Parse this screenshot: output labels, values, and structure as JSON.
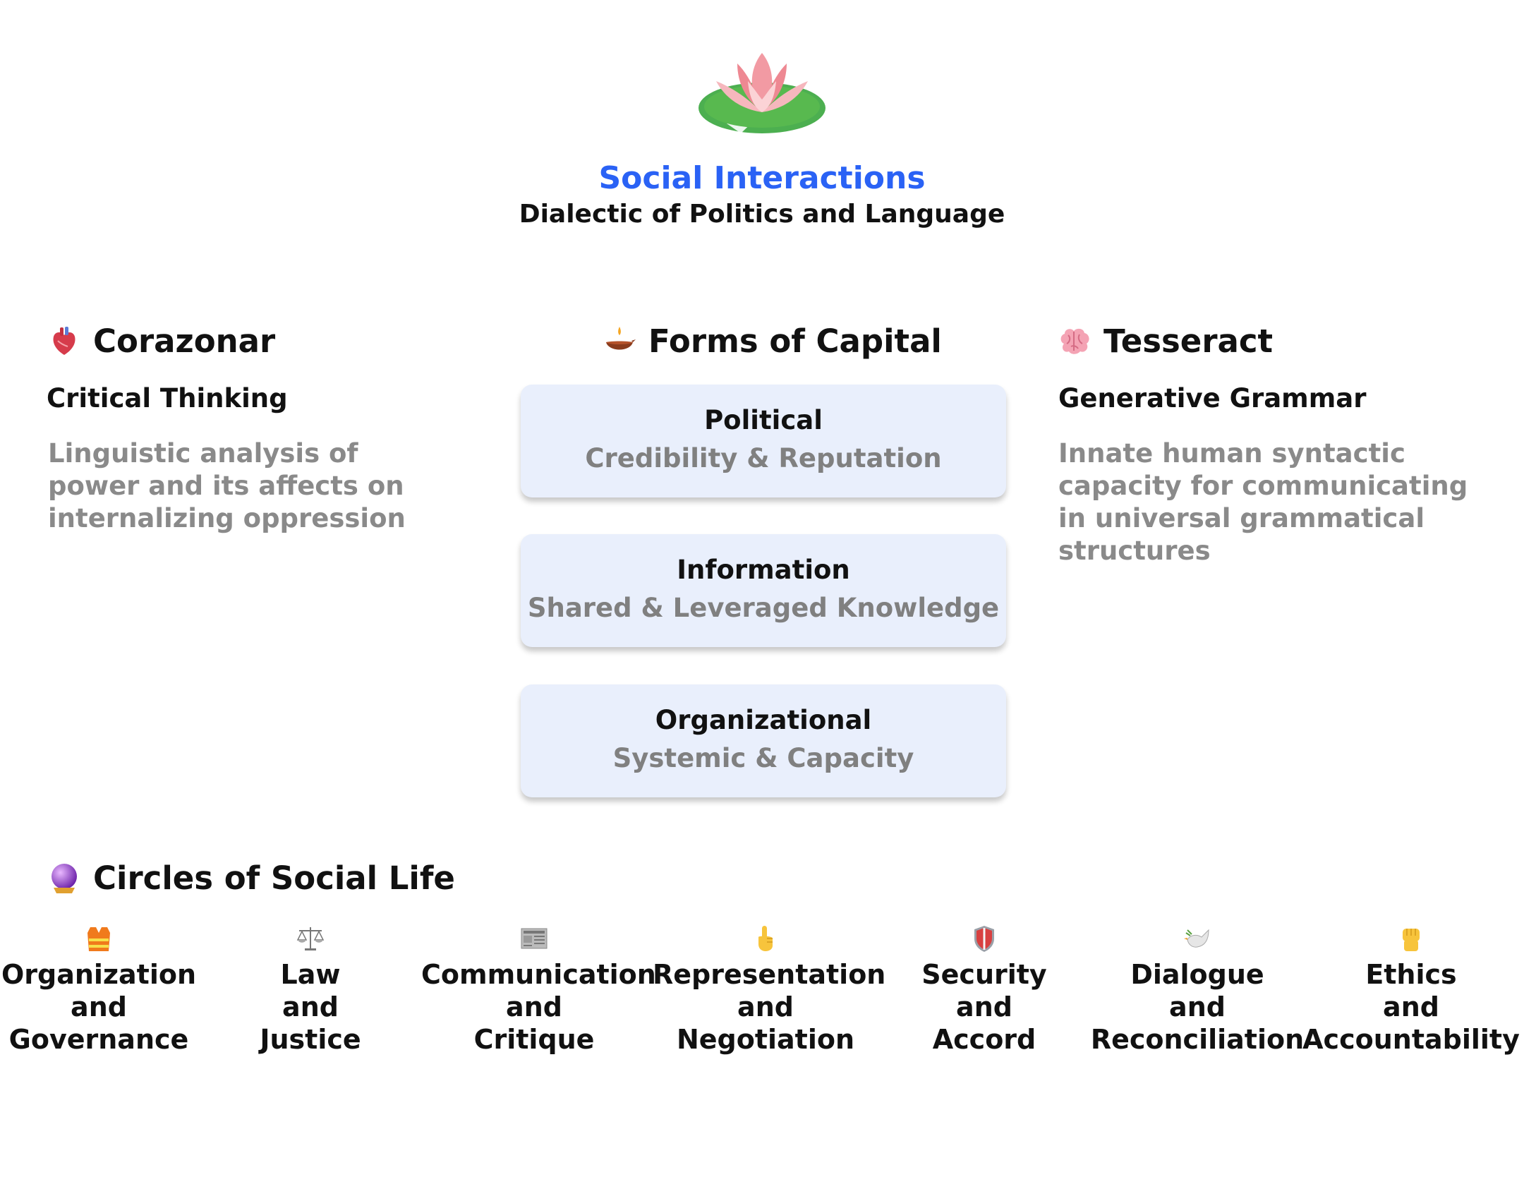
{
  "header": {
    "title": "Social Interactions",
    "subtitle": "Dialectic of Politics and Language",
    "title_color": "#2a62f5",
    "logo_icon": "lotus-icon"
  },
  "left": {
    "heading": "Corazonar",
    "icon": "anatomical-heart-icon",
    "subheading": "Critical Thinking",
    "description": "Linguistic analysis of power and its affects on internalizing oppression"
  },
  "center": {
    "heading": "Forms of Capital",
    "icon": "diya-lamp-icon",
    "cards": [
      {
        "title": "Political",
        "subtitle": "Credibility & Reputation"
      },
      {
        "title": "Information",
        "subtitle": "Shared & Leveraged Knowledge"
      },
      {
        "title": "Organizational",
        "subtitle": "Systemic & Capacity"
      }
    ],
    "card_color": "#e9effc"
  },
  "right": {
    "heading": "Tesseract",
    "icon": "brain-icon",
    "subheading": "Generative Grammar",
    "description": "Innate human syntactic capacity for communicating in universal grammatical structures"
  },
  "circles": {
    "heading": "Circles of Social Life",
    "icon": "crystal-ball-icon",
    "items": [
      {
        "icon": "safety-vest-icon",
        "line1": "Organization",
        "line2": "and",
        "line3": "Governance"
      },
      {
        "icon": "balance-scale-icon",
        "line1": "Law",
        "line2": "and",
        "line3": "Justice"
      },
      {
        "icon": "newspaper-icon",
        "line1": "Communication",
        "line2": "and",
        "line3": "Critique"
      },
      {
        "icon": "pointing-up-icon",
        "line1": "Representation",
        "line2": "and",
        "line3": "Negotiation"
      },
      {
        "icon": "shield-icon",
        "line1": "Security",
        "line2": "and",
        "line3": "Accord"
      },
      {
        "icon": "dove-icon",
        "line1": "Dialogue",
        "line2": "and",
        "line3": "Reconciliation"
      },
      {
        "icon": "raised-fist-icon",
        "line1": "Ethics",
        "line2": "and",
        "line3": "Accountability"
      }
    ]
  }
}
